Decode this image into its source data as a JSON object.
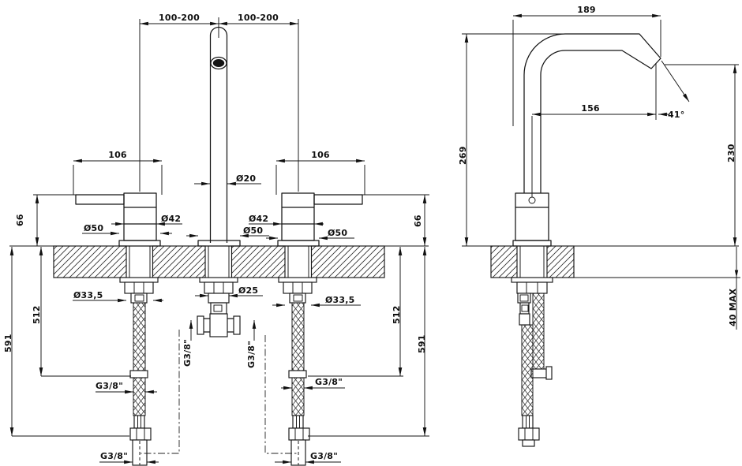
{
  "drawing": {
    "front_view": {
      "spread_left": "100-200",
      "spread_right": "100-200",
      "handle_width_left": "106",
      "handle_width_right": "106",
      "spout_diameter": "Ø20",
      "cartridge_diameter_left": "Ø42",
      "cartridge_diameter_right": "Ø42",
      "base_diameter_left": "Ø50",
      "base_diameter_center": "Ø50",
      "base_diameter_right": "Ø50",
      "height_above_deck_left": "66",
      "height_above_deck_right": "66",
      "hole_diameter_left": "Ø33,5",
      "hole_diameter_right": "Ø33,5",
      "tee_diameter": "Ø25",
      "hose_length_left": "512",
      "hose_length_right": "512",
      "overall_length_left": "591",
      "overall_length_right": "591",
      "tee_thread_left": "G3/8\"",
      "tee_thread_right": "G3/8\"",
      "hose_thread_left": "G3/8\"",
      "hose_thread_right": "G3/8\"",
      "hose_end_thread_left": "G3/8\"",
      "hose_end_thread_right": "G3/8\""
    },
    "side_view": {
      "spout_overhang": "189",
      "spout_reach": "156",
      "outlet_angle": "41°",
      "spout_height": "269",
      "outlet_height": "230",
      "deck_thickness_max": "40 MAX"
    }
  }
}
